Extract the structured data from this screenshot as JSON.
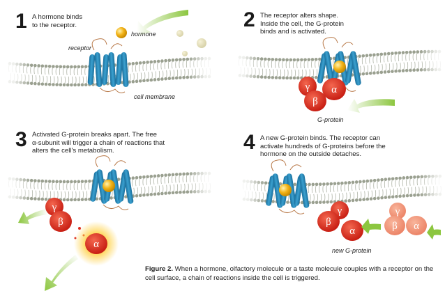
{
  "steps": [
    {
      "number": "1",
      "text_lines": [
        "A hormone binds",
        "to the receptor."
      ]
    },
    {
      "number": "2",
      "text_lines": [
        "The receptor alters shape.",
        "Inside the cell, the G-protein",
        "binds and is activated."
      ]
    },
    {
      "number": "3",
      "text_lines": [
        "Activated G-protein breaks apart. The free",
        "α-subunit will trigger a chain of reactions that",
        "alters the cell's metabolism."
      ]
    },
    {
      "number": "4",
      "text_lines": [
        "A new G-protein binds. The receptor can",
        "activate hundreds of G-proteins before the",
        "hormone on the outside detaches."
      ]
    }
  ],
  "labels": {
    "hormone": "hormone",
    "receptor": "receptor",
    "cell_membrane": "cell membrane",
    "g_protein": "G-protein",
    "new_g_protein": "new G-protein"
  },
  "subunits": {
    "alpha": "α",
    "beta": "β",
    "gamma": "γ"
  },
  "caption": {
    "lead": "Figure 2.",
    "body": " When a hormone, olfactory molecule or a taste molecule couples with a receptor on the cell surface, a chain of reactions inside the cell is triggered."
  },
  "colors": {
    "receptor": "#2a86b5",
    "membrane": "#9aa090",
    "hormone": "#f2b318",
    "subunit": "#dc2b1e",
    "subunit_pale": "#f07f5e",
    "arrow": "#8cc63f"
  }
}
